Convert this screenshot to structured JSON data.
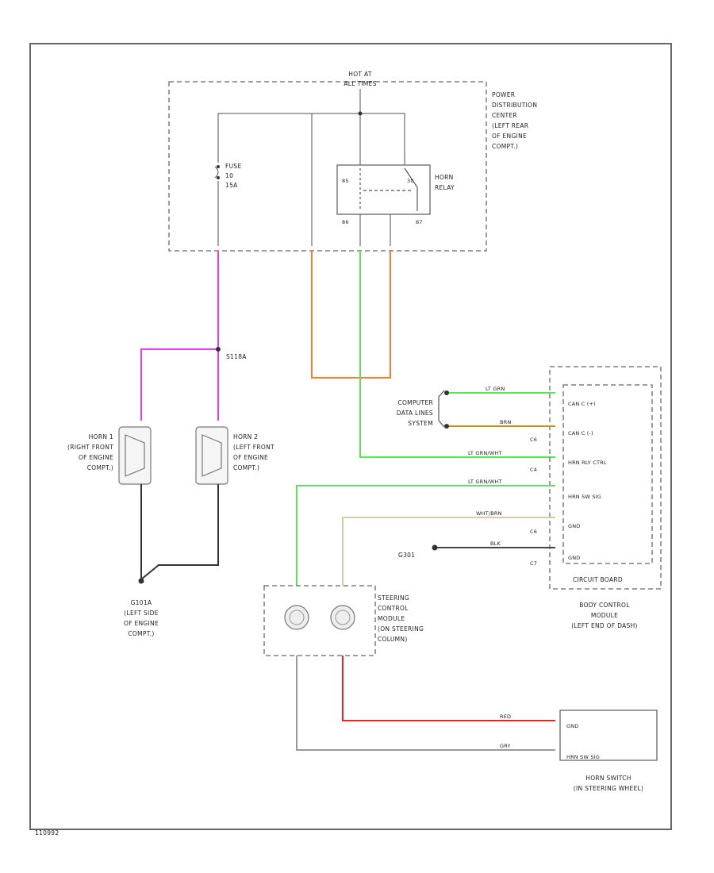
{
  "colors": {
    "pink": "#e040e8",
    "orange": "#f08030",
    "lt_green": "#60e060",
    "red": "#ee2020",
    "brown": "#c89010",
    "black": "#333333",
    "gray": "#999999",
    "tan": "#d8c8a8"
  },
  "power": {
    "hot_at": "HOT AT",
    "all_times": "ALL TIMES",
    "pdc_label": [
      "POWER",
      "DISTRIBUTION",
      "CENTER",
      "(LEFT REAR",
      "OF ENGINE",
      "COMPT.)"
    ],
    "fuse_label": [
      "FUSE",
      "10",
      "15A"
    ],
    "relay_label": [
      "HORN",
      "RELAY"
    ],
    "relay_pins": [
      "85",
      "30",
      "86",
      "87"
    ]
  },
  "splice": {
    "id": "S118A"
  },
  "horns": {
    "horn1": [
      "HORN 1",
      "(RIGHT FRONT",
      "OF ENGINE",
      "COMPT.)"
    ],
    "horn2": [
      "HORN 2",
      "(LEFT FRONT",
      "OF ENGINE",
      "COMPT.)"
    ]
  },
  "ground": {
    "id": "G101A",
    "label": [
      "(LEFT SIDE",
      "OF ENGINE",
      "COMPT.)"
    ],
    "g301": "G301"
  },
  "bcm": {
    "pins": [
      "CAN C (+)",
      "CAN C (-)",
      "HRN RLY CTRL",
      "HRN SW SIG",
      "GND",
      "GND"
    ],
    "connectors": [
      "C6",
      "C4",
      "C6",
      "C7"
    ],
    "board_label": "CIRCUIT BOARD",
    "label": [
      "BODY CONTROL",
      "MODULE",
      "(LEFT END OF DASH)"
    ]
  },
  "data_lines": {
    "label": [
      "COMPUTER",
      "DATA LINES",
      "SYSTEM"
    ]
  },
  "wire_colors": {
    "w1": "LT GRN",
    "w2": "BRN",
    "w3": "LT GRN/WHT",
    "w4": "LT GRN/WHT",
    "w5": "WHT/BRN",
    "w6": "BLK",
    "red": "RED",
    "gry": "GRY"
  },
  "scm": {
    "label": [
      "STEERING",
      "CONTROL",
      "MODULE",
      "(ON STEERING",
      "COLUMN)"
    ]
  },
  "horn_switch": {
    "pins": [
      "GND",
      "HRN SW SIG"
    ],
    "label": [
      "HORN SWITCH",
      "(IN STEERING WHEEL)"
    ]
  },
  "footer": {
    "code": "110992"
  }
}
